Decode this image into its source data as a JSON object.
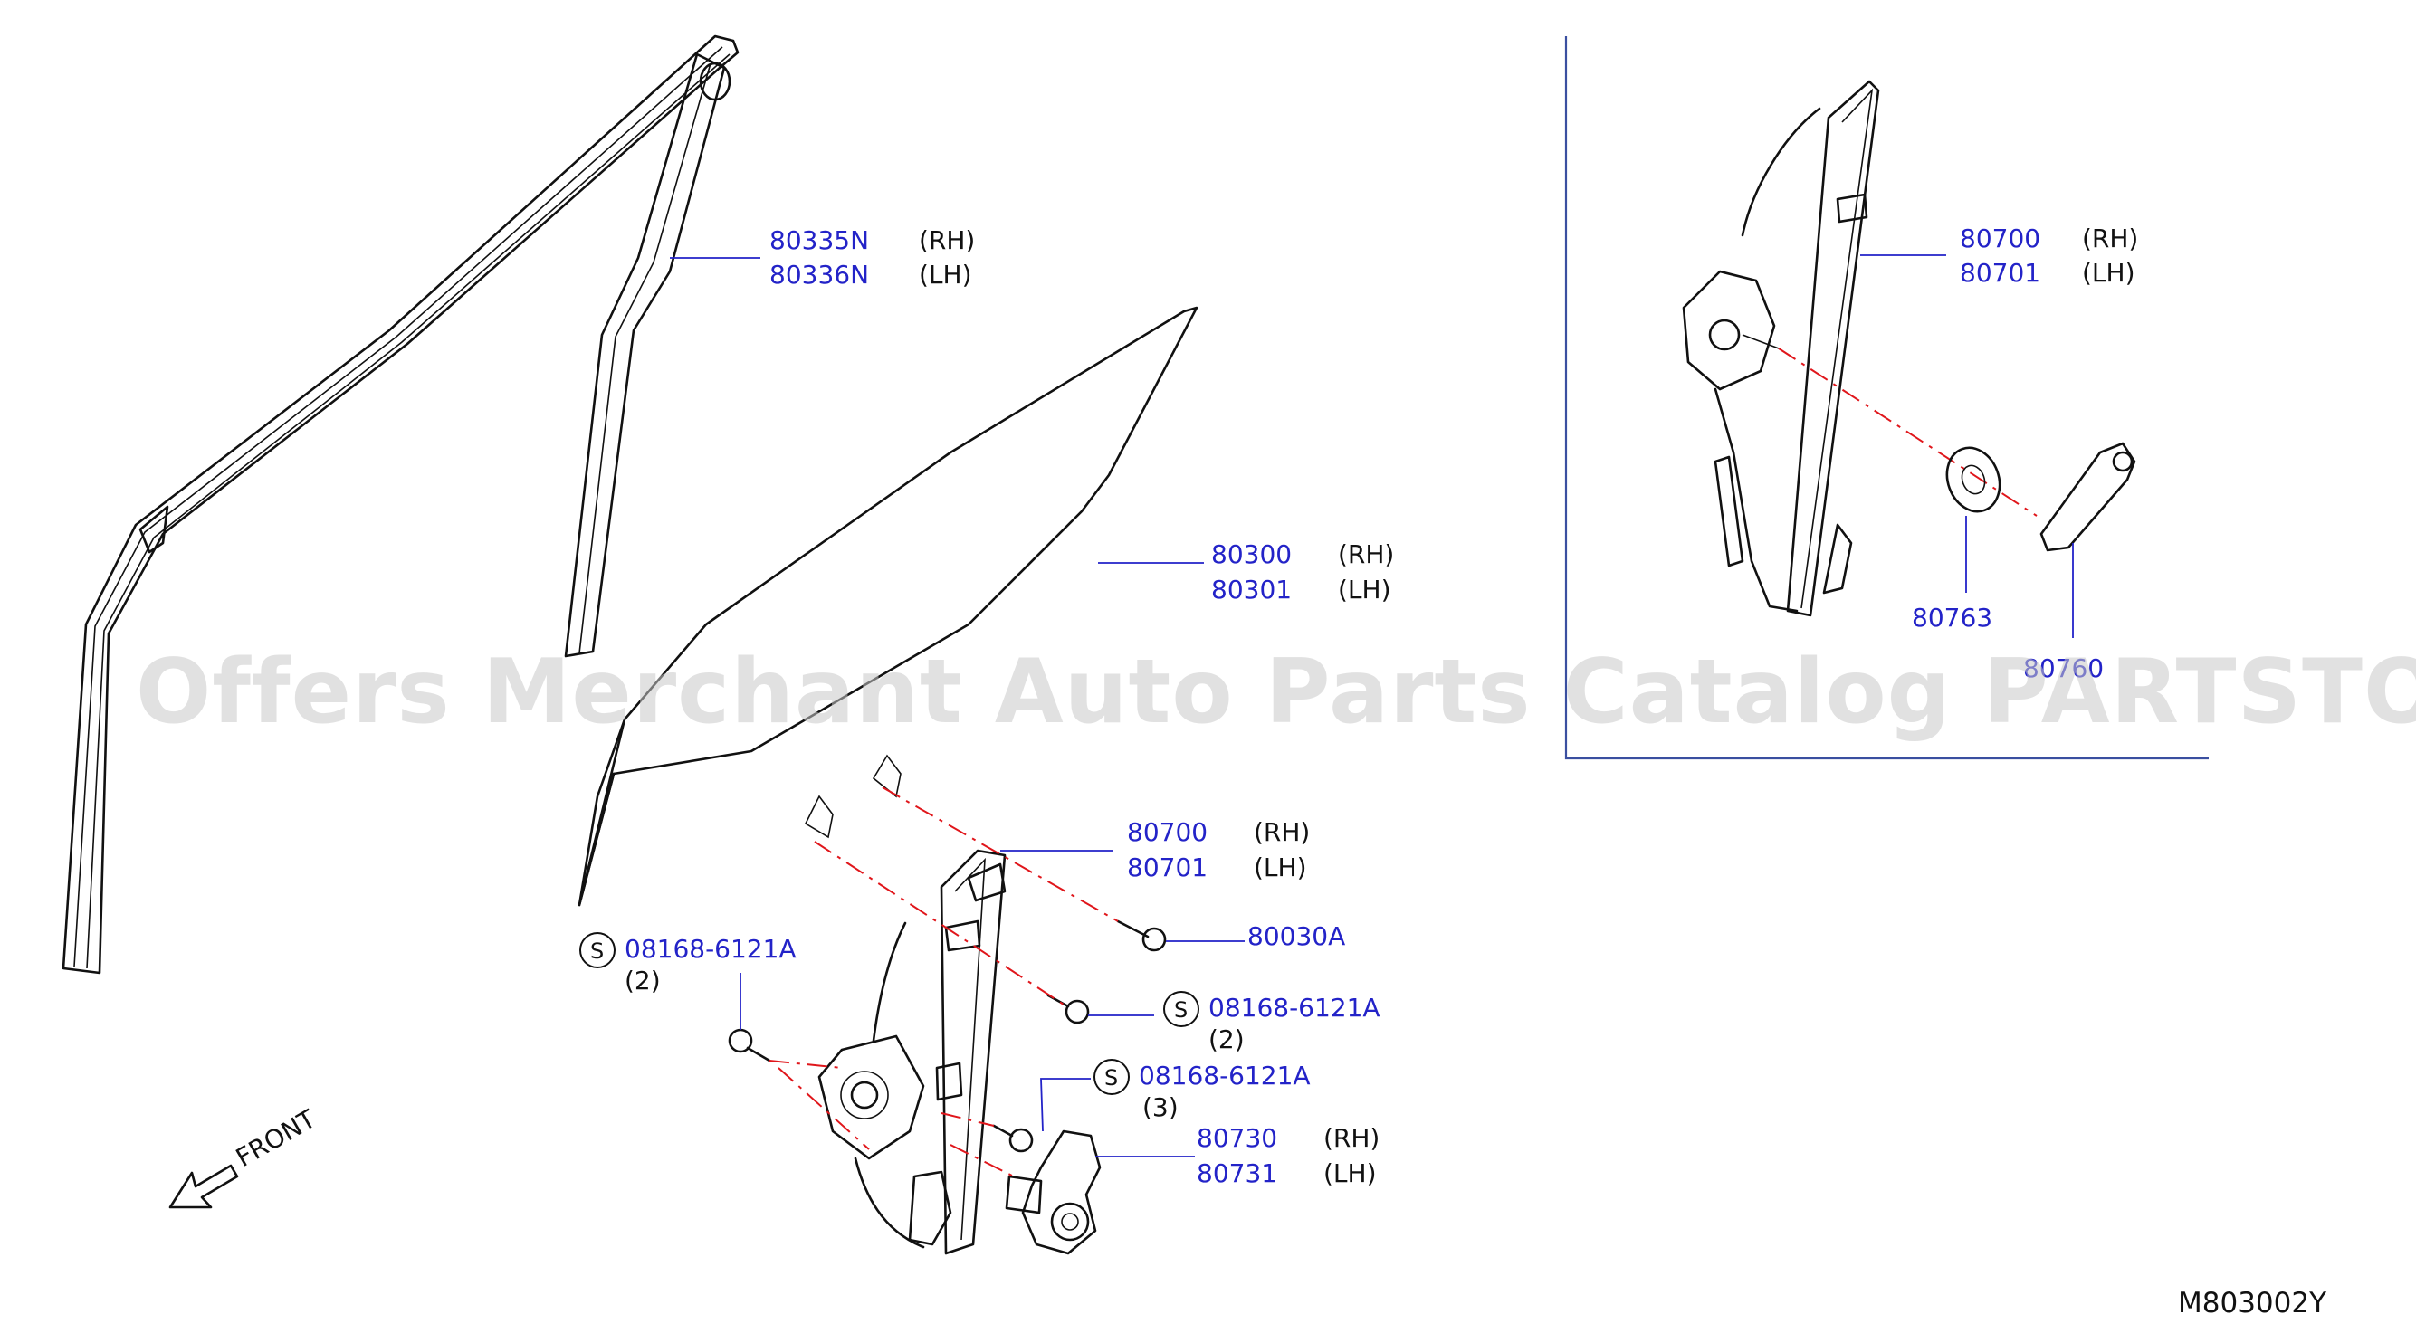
{
  "labels": {
    "run_channel": {
      "part_numbers": [
        "80335N",
        "80336N"
      ],
      "sides": [
        "(RH)",
        "(LH)"
      ]
    },
    "glass": {
      "part_numbers": [
        "80300",
        "80301"
      ],
      "sides": [
        "(RH)",
        "(LH)"
      ]
    },
    "regulator": {
      "part_numbers": [
        "80700",
        "80701"
      ],
      "sides": [
        "(RH)",
        "(LH)"
      ]
    },
    "regulator_inset": {
      "part_numbers": [
        "80700",
        "80701"
      ],
      "sides": [
        "(RH)",
        "(LH)"
      ]
    },
    "bolt_a": {
      "part_number": "80030A"
    },
    "screw_left": {
      "symbol": "S",
      "part_number": "08168-6121A",
      "qty": "(2)"
    },
    "screw_right": {
      "symbol": "S",
      "part_number": "08168-6121A",
      "qty": "(2)"
    },
    "screw_motor": {
      "symbol": "S",
      "part_number": "08168-6121A",
      "qty": "(3)"
    },
    "motor": {
      "part_numbers": [
        "80730",
        "80731"
      ],
      "sides": [
        "(RH)",
        "(LH)"
      ]
    },
    "escutcheon": {
      "part_number": "80763"
    },
    "handle": {
      "part_number": "80760"
    }
  },
  "front_label": "FRONT",
  "watermark": "Offers Merchant Auto Parts Catalog PARTSTORE.SA",
  "drawing_code": "M803002Y",
  "colors": {
    "part_number": "#2323c8",
    "leader": "#2323c8",
    "axis_line": "#e0161b",
    "inset_border": "#3a4fa0"
  }
}
